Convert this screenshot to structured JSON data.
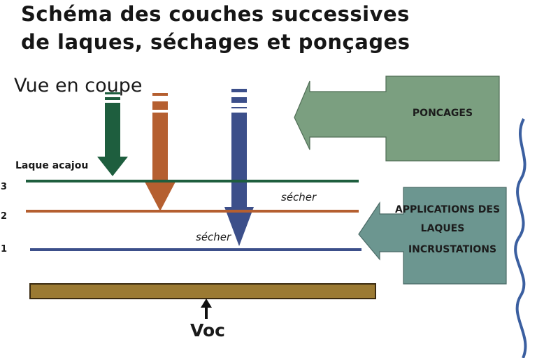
{
  "title": {
    "line1": "Schéma des couches successives",
    "line2": "de laques, séchages et ponçages"
  },
  "section_label": "Vue en coupe",
  "layer_labels": {
    "laque_acajou": "Laque acajou",
    "secher_upper": "sécher",
    "secher_lower": "sécher",
    "support": "Voc"
  },
  "layer_numbers": [
    "3",
    "2",
    "1"
  ],
  "boxes": {
    "poncages": "PONCAGES",
    "applications": [
      "APPLICATIONS DES",
      "LAQUES",
      "INCRUSTATIONS"
    ]
  },
  "colors": {
    "green": "#1e5e3e",
    "orange": "#b55f30",
    "blue": "#3c4f8a",
    "support": "#9b7a33",
    "box_poncages": "#7b9f80",
    "box_applications": "#6c9690",
    "wavy_line": "#3b5fa0"
  }
}
